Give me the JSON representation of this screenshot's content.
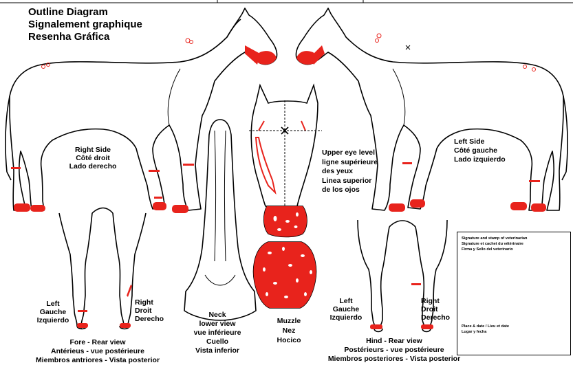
{
  "title": {
    "en": "Outline Diagram",
    "fr": "Signalement graphique",
    "es": "Resenha Gráfica"
  },
  "right_side": {
    "l1": "Right Side",
    "l2": "Côté droit",
    "l3": "Lado derecho"
  },
  "left_side": {
    "l1": "Left Side",
    "l2": "Côté gauche",
    "l3": "Lado izquierdo"
  },
  "eye_level": {
    "l1": "Upper eye level",
    "l2": "ligne supérieure",
    "l3": "des yeux",
    "l4": "Linea superior",
    "l5": "de los ojos"
  },
  "neck": {
    "l1": "Neck",
    "l2": "lower view",
    "l3": "vue inférieure",
    "l4": "Cuello",
    "l5": "Vista inferior"
  },
  "muzzle": {
    "l1": "Muzzle",
    "l2": "Nez",
    "l3": "Hocico"
  },
  "fore_left": {
    "l1": "Left",
    "l2": "Gauche",
    "l3": "Izquierdo"
  },
  "fore_right": {
    "l1": "Right",
    "l2": "Droit",
    "l3": "Derecho"
  },
  "fore_caption": {
    "l1": "Fore - Rear view",
    "l2": "Antérieus - vue postérieure",
    "l3": "Miembros antriores - Vista posterior"
  },
  "hind_left": {
    "l1": "Left",
    "l2": "Gauche",
    "l3": "Izquierdo"
  },
  "hind_right": {
    "l1": "Right",
    "l2": "Droit",
    "l3": "Derecho"
  },
  "hind_caption": {
    "l1": "Hind - Rear view",
    "l2": "Postérieurs - vue postérieure",
    "l3": "Miembros posteriores - Vista posterior"
  },
  "signature_box": {
    "l1": "Signature and stamp of veterinarian",
    "l2": "Signature et cachet du vétérinaire",
    "l3": "Firma y Sello del veterinario",
    "place1": "Place & date / Lieu et date",
    "place2": "Lugar y fecha"
  },
  "colors": {
    "marking": "#e8231c",
    "outline": "#000000",
    "background": "#ffffff"
  }
}
